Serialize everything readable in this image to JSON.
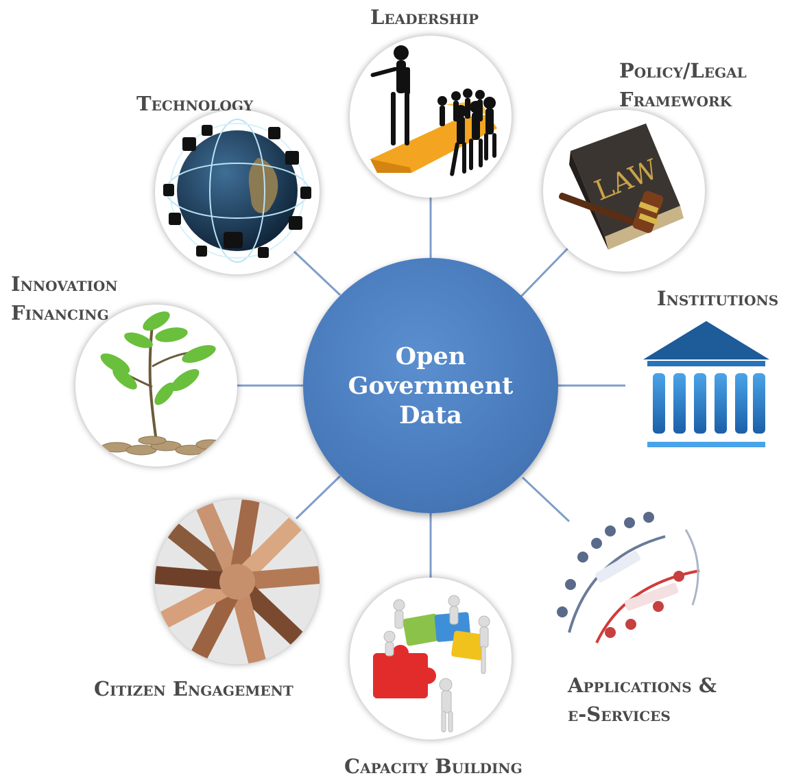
{
  "center": {
    "title_lines": [
      "Open",
      "Government",
      "Data"
    ],
    "fill": "#4a7cbd"
  },
  "colors": {
    "connector": "#7f9ec9",
    "label": "#4a4a4a",
    "hub_text": "#ffffff"
  },
  "nodes": [
    {
      "id": "leadership",
      "label_lines": [
        "Leadership"
      ],
      "icon": "people-leader-arrow-icon"
    },
    {
      "id": "policy-legal",
      "label_lines": [
        "Policy/Legal",
        "Framework"
      ],
      "icon": "law-book-gavel-icon"
    },
    {
      "id": "institutions",
      "label_lines": [
        "Institutions"
      ],
      "icon": "institution-building-icon"
    },
    {
      "id": "applications",
      "label_lines": [
        "Applications &",
        "e-Services"
      ],
      "icon": "applications-key-benefits-icon"
    },
    {
      "id": "capacity",
      "label_lines": [
        "Capacity Building"
      ],
      "icon": "puzzle-team-icon"
    },
    {
      "id": "citizen",
      "label_lines": [
        "Citizen Engagement"
      ],
      "icon": "hands-together-icon"
    },
    {
      "id": "innovation",
      "label_lines": [
        "Innovation",
        "Financing"
      ],
      "icon": "sprout-coins-icon"
    },
    {
      "id": "technology",
      "label_lines": [
        "Technology"
      ],
      "icon": "globe-satellites-icon"
    }
  ]
}
